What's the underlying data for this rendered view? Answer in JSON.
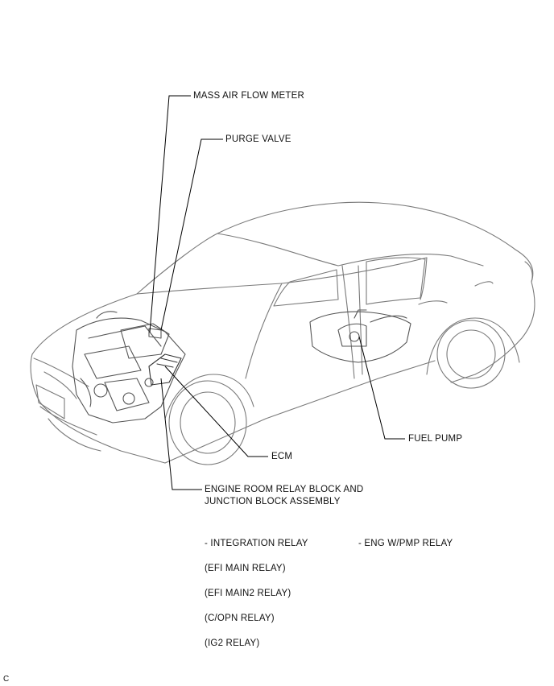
{
  "callouts": {
    "mass_air_flow_meter": "MASS AIR FLOW METER",
    "purge_valve": "PURGE VALVE",
    "fuel_pump": "FUEL PUMP",
    "ecm": "ECM",
    "relay_block_line1": "ENGINE ROOM RELAY BLOCK AND",
    "relay_block_line2": "JUNCTION BLOCK ASSEMBLY"
  },
  "relay_list": {
    "integration_relay": "- INTEGRATION RELAY",
    "eng_wpmp_relay": "- ENG W/PMP RELAY",
    "efi_main_relay": "(EFI MAIN RELAY)",
    "efi_main2_relay": "(EFI MAIN2 RELAY)",
    "c_opn_relay": "(C/OPN RELAY)",
    "ig2_relay": "(IG2 RELAY)"
  },
  "corner_mark": "C"
}
